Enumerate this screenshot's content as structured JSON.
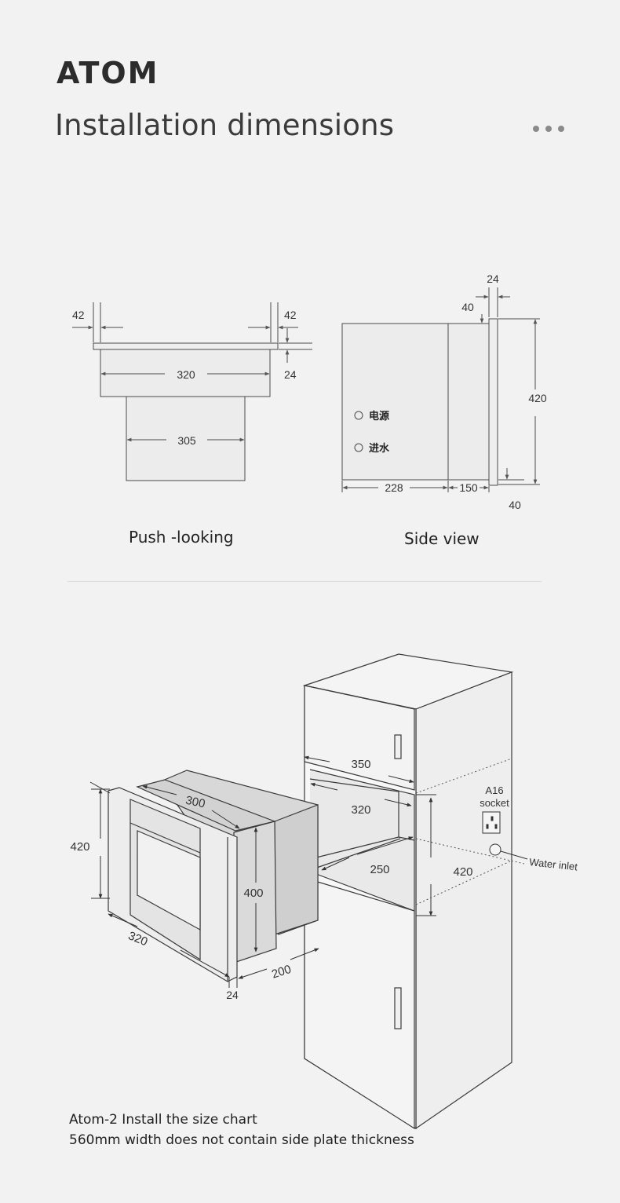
{
  "brand": {
    "logo_text": "ATOM"
  },
  "page": {
    "title": "Installation dimensions"
  },
  "colors": {
    "accent": "#3ec3c8",
    "line": "#4a4a4a",
    "panel": "#ebebeb",
    "background": "#f2f2f2"
  },
  "icons": {
    "menu": "more-dots-icon",
    "pointer": "triangle-up-icon",
    "socket": "socket-icon"
  },
  "push_view": {
    "caption": "Push -looking",
    "dims": {
      "left_margin": "42",
      "right_margin": "42",
      "panel_thickness": "24",
      "outer_width": "320",
      "inner_width": "305"
    }
  },
  "side_view": {
    "caption": "Side view",
    "dims": {
      "top_thickness": "24",
      "top_offset": "40",
      "height": "420",
      "bottom_offset": "40",
      "depth_main": "228",
      "depth_front": "150"
    },
    "labels": {
      "power": "电源",
      "water": "进水"
    }
  },
  "install_view": {
    "dims": {
      "oven_height": "420",
      "oven_width": "320",
      "oven_depth": "300",
      "body_height": "400",
      "body_depth": "200",
      "panel": "24",
      "cab_outer": "350",
      "cab_inner": "320",
      "cab_depth": "250",
      "cab_height": "420"
    },
    "labels": {
      "socket": "A16\nsocket",
      "socket_line1": "A16",
      "socket_line2": "socket",
      "water_inlet": "Water inlet"
    }
  },
  "notes": {
    "line1": "Atom-2 Install the size chart",
    "line2": "560mm width does not contain side plate thickness"
  }
}
